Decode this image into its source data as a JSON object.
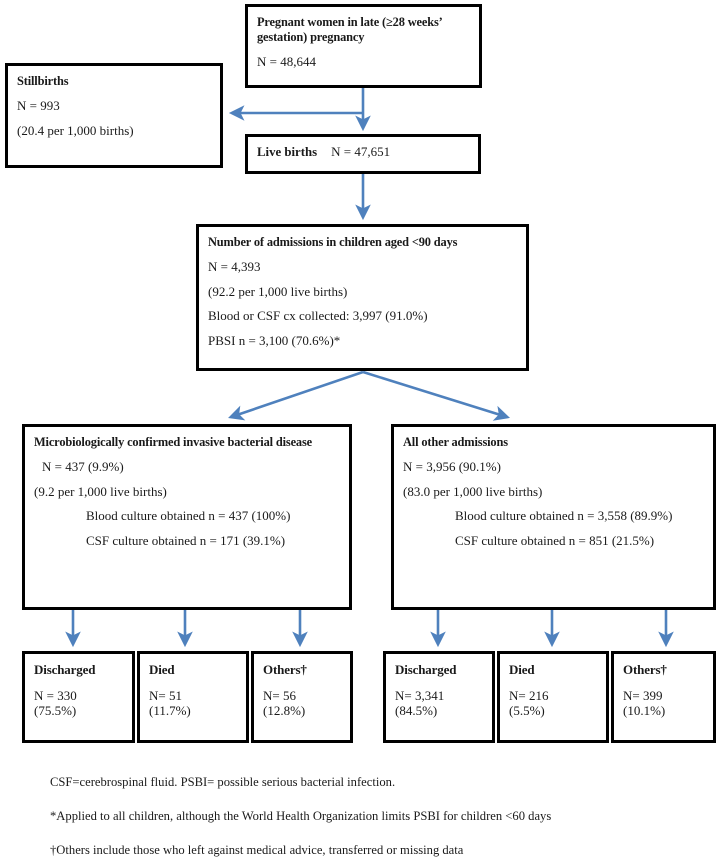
{
  "figure": {
    "type": "flowchart",
    "accent_color": "#4f81bd",
    "border_color": "#000000",
    "background": "#ffffff"
  },
  "nodes": {
    "pregnant": {
      "title": "Pregnant women in late (≥28 weeks’ gestation) pregnancy",
      "line1": "N = 48,644"
    },
    "stillbirths": {
      "title": "Stillbirths",
      "line1": "N = 993",
      "line2": "(20.4 per 1,000 births)"
    },
    "live_births": {
      "title": "Live births",
      "value": "N = 47,651"
    },
    "admissions": {
      "title": "Number of admissions in children aged <90 days",
      "line1": "N = 4,393",
      "line2": "(92.2 per 1,000 live births)",
      "line3": "Blood or CSF cx collected: 3,997 (91.0%)",
      "line4": "PBSI n = 3,100 (70.6%)*"
    },
    "micro": {
      "title": "Microbiologically confirmed invasive bacterial disease",
      "line1": "N = 437 (9.9%)",
      "line2": "(9.2 per 1,000 live births)",
      "line3": "Blood culture obtained n = 437 (100%)",
      "line4": "CSF culture obtained n = 171 (39.1%)"
    },
    "other_admissions": {
      "title": "All other admissions",
      "line1": "N = 3,956 (90.1%)",
      "line2": "(83.0 per 1,000 live births)",
      "line3": "Blood culture obtained n = 3,558 (89.9%)",
      "line4": "CSF culture obtained n = 851 (21.5%)"
    }
  },
  "outcomes": {
    "micro_branch": [
      {
        "title": "Discharged",
        "n": "N = 330",
        "pct": "(75.5%)"
      },
      {
        "title": "Died",
        "n": "N=  51",
        "pct": "(11.7%)"
      },
      {
        "title": "Others†",
        "n": "N=  56",
        "pct": "(12.8%)"
      }
    ],
    "other_branch": [
      {
        "title": "Discharged",
        "n": "N=  3,341",
        "pct": "(84.5%)"
      },
      {
        "title": "Died",
        "n": "N=  216",
        "pct": "(5.5%)"
      },
      {
        "title": "Others†",
        "n": "N=  399",
        "pct": "(10.1%)"
      }
    ]
  },
  "footnotes": [
    "CSF=cerebrospinal fluid. PSBI= possible serious bacterial infection.",
    "*Applied to all children, although the World Health Organization limits PSBI for children <60 days",
    "†Others include those who left against medical advice, transferred or missing data"
  ]
}
